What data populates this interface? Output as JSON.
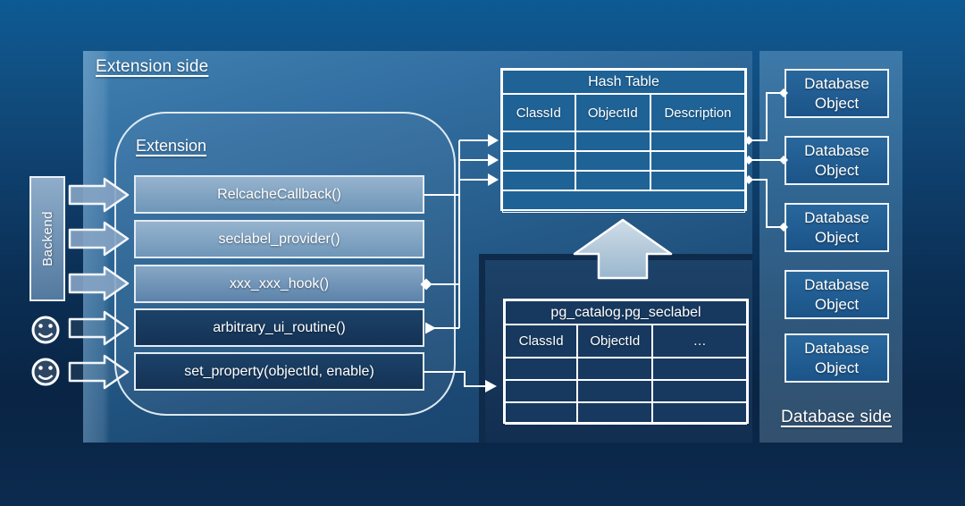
{
  "extension_side": {
    "title": "Extension side",
    "backend_label": "Backend",
    "container": {
      "label": "Extension",
      "buttons": [
        {
          "label": "RelcacheCallback()"
        },
        {
          "label": "seclabel_provider()"
        },
        {
          "label": "xxx_xxx_hook()"
        },
        {
          "label": "arbitrary_ui_routine()"
        },
        {
          "label": "set_property(objectId, enable)"
        }
      ]
    }
  },
  "hash_table": {
    "title": "Hash Table",
    "columns": [
      "ClassId",
      "ObjectId",
      "Description"
    ],
    "empty_body_rows": 3,
    "has_empty_footer_row": true
  },
  "catalog_table": {
    "title": "pg_catalog.pg_seclabel",
    "columns": [
      "ClassId",
      "ObjectId",
      "…"
    ],
    "empty_body_rows": 3
  },
  "database_side": {
    "title": "Database side",
    "objects": [
      {
        "label": "Database Object"
      },
      {
        "label": "Database Object"
      },
      {
        "label": "Database Object"
      },
      {
        "label": "Database Object"
      },
      {
        "label": "Database Object"
      }
    ]
  },
  "icons": {
    "left_arrows": "right-arrow (3 filled, 2 outline)",
    "user_faces": "smiley-face x2",
    "flow_arrow": "big-up-arrow"
  },
  "colors": {
    "background_top": "#0d5a94",
    "background_bottom": "#0c2b4e",
    "extension_panel": "#28608f",
    "database_strip": "#30648f",
    "catalog_panel": "#173659",
    "hash_cell_blue": "#1e6296",
    "catalog_cell_navy": "#17395f",
    "light_button_top": "#96b3ce",
    "dark_button": "#1c4269",
    "line_white": "#ffffff"
  }
}
